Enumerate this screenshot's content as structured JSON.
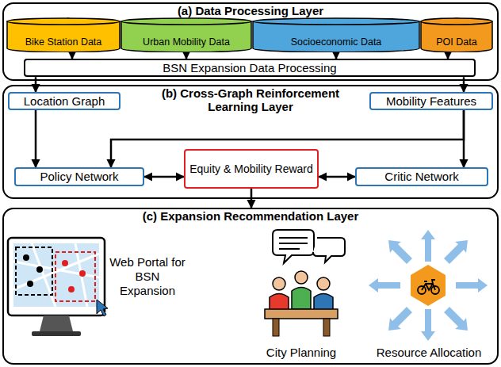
{
  "diagram": {
    "nodes": [
      {
        "text": [
          "(a) Data Processing Layer"
        ]
      },
      {
        "text": [
          "Bike Station Data"
        ],
        "in": 0
      },
      {
        "text": [
          "Urban Mobility Data"
        ],
        "in": 0
      },
      {
        "text": [
          "Socioeconomic Data"
        ],
        "in": 0
      },
      {
        "text": [
          "POI Data"
        ],
        "in": 0
      },
      {
        "text": [
          "BSN Expansion Data Processing"
        ],
        "in": 0
      },
      {
        "text": [
          "(b) Cross-Graph Reinforcement Learning Layer"
        ]
      },
      {
        "text": [
          "Location Graph"
        ],
        "in": 6
      },
      {
        "text": [
          "Mobility Features"
        ],
        "in": 6
      },
      {
        "text": [
          "Policy Network"
        ],
        "in": 6
      },
      {
        "text": [
          "Equity & Mobility Reward"
        ],
        "in": 6
      },
      {
        "text": [
          "Critic Network"
        ],
        "in": 6
      },
      {
        "text": [
          "(c) Expansion Recommendation Layer"
        ]
      }
    ],
    "edges": [
      {
        "from": 1,
        "to": 5,
        "arrow": "to"
      },
      {
        "from": 2,
        "to": 5,
        "arrow": "to"
      },
      {
        "from": 3,
        "to": 5,
        "arrow": "to"
      },
      {
        "from": 4,
        "to": 5,
        "arrow": "to"
      },
      {
        "from": 5,
        "to": 7,
        "arrow": "to"
      },
      {
        "from": 5,
        "to": 8,
        "arrow": "to"
      },
      {
        "from": 7,
        "to": 9,
        "arrow": "to"
      },
      {
        "from": 8,
        "to": 9,
        "arrow": "to"
      },
      {
        "from": 8,
        "to": 11,
        "arrow": "to"
      },
      {
        "from": 9,
        "to": 10,
        "arrow": "both"
      },
      {
        "from": 10,
        "to": 11,
        "arrow": "both"
      },
      {
        "from": 10,
        "to": 12,
        "arrow": "to"
      }
    ],
    "labels": [
      "Web Portal for BSN Expansion",
      "City Planning",
      "Resource Allocation"
    ]
  }
}
